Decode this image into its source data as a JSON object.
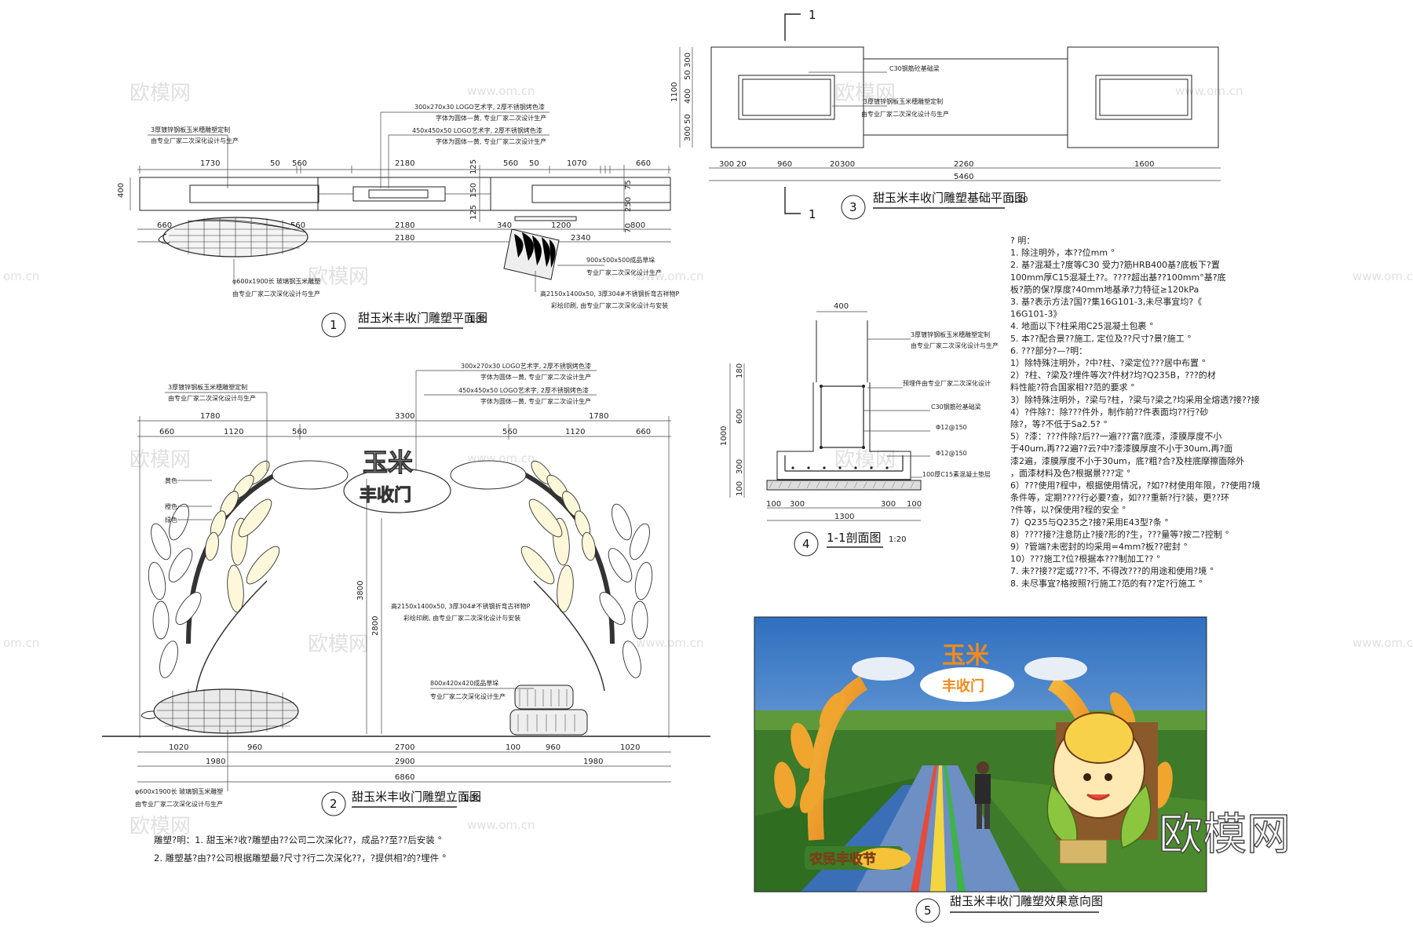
{
  "watermarks": {
    "cn": "欧模网",
    "url": "www.om.cn",
    "url_short": "om.cn",
    "brand_big": "欧模网"
  },
  "drawing1": {
    "title": "甜玉米丰收门雕塑平面图",
    "scale": "1:30",
    "num": "1",
    "dims_top": [
      "1730",
      "50",
      "560",
      "2180",
      "560",
      "50",
      "1070",
      "660"
    ],
    "dims_bottom1": [
      "660",
      "560",
      "2180",
      "340",
      "1200",
      "800"
    ],
    "dims_bottom2": [
      "2180",
      "2340"
    ],
    "dim_height": "400",
    "dims_center": [
      "125",
      "150",
      "125"
    ],
    "dims_right": [
      "70",
      "250",
      "75"
    ],
    "notes": {
      "a1": "3厚镀锌钢板玉米穗雕塑定制",
      "a2": "由专业厂家二次深化设计与生产",
      "b1": "300x270x30 LOGO艺术字, 2厚不锈钢烤色漆",
      "b2": "字体为圆体—黄, 专业厂家二次设计生产",
      "c1": "450x450x50 LOGO艺术字, 2厚不锈钢烤色漆",
      "c2": "字体为圆体—黄, 专业厂家二次设计生产",
      "d1": "900x500x500成品草垛",
      "d2": "专业厂家二次深化设计生产",
      "e1": "φ600x1900长 玻璃钢玉米雕塑",
      "e2": "由专业厂家二次深化设计与生产",
      "f1": "高2150x1400x50, 3厚304#不锈钢折弯古祥物P",
      "f2": "彩绘印刷, 由专业厂家二次深化设计与安装"
    }
  },
  "drawing2": {
    "title": "甜玉米丰收门雕塑立面图",
    "scale": "1:30",
    "num": "2",
    "dims_top1": [
      "1780",
      "3300",
      "1780"
    ],
    "dims_top2": [
      "660",
      "1120",
      "560",
      "560",
      "1120",
      "660"
    ],
    "dims_bottom1": [
      "1020",
      "960",
      "2700",
      "100",
      "960",
      "1020"
    ],
    "dims_bottom2": [
      "1980",
      "2900",
      "1980"
    ],
    "dims_total": "6860",
    "dim_h1": "3800",
    "dim_h2": "2800",
    "legend": [
      "黄色",
      "橙色",
      "绿色"
    ],
    "logo_top": "玉米",
    "logo_bottom": "丰收门",
    "notes": {
      "a1": "3厚镀锌钢板玉米穗雕塑定制",
      "a2": "由专业厂家二次深化设计与生产",
      "b1": "300x270x30 LOGO艺术字, 2厚不锈钢烤色漆",
      "b2": "字体为圆体—黄, 专业厂家二次设计生产",
      "c1": "450x450x50 LOGO艺术字, 2厚不锈钢烤色漆",
      "c2": "字体为圆体—黄, 专业厂家二次设计生产",
      "f1": "高2150x1400x50, 3厚304#不锈钢折弯古祥物P",
      "f2": "彩绘印刷, 由专业厂家二次深化设计与安装",
      "g1": "800x420x420成品草垛",
      "g2": "专业厂家二次深化设计生产",
      "e1": "φ600x1900长 玻璃钢玉米雕塑",
      "e2": "由专业厂家二次深化设计与生产"
    },
    "general_notes": [
      "雕塑?明：1. 甜玉米?收?雕塑由??公司二次深化??，成品??至??后安装 °",
      "2. 雕塑基?由??公司根据雕塑最?尺寸?行二次深化??，?提供相?的?埋件 °"
    ]
  },
  "drawing3": {
    "title": "甜玉米丰收门雕塑基础平面图",
    "scale": "1:20",
    "num": "3",
    "section_mark": "1",
    "dims_bottom1": [
      "300",
      "20",
      "960",
      "20",
      "300",
      "2260",
      "1600"
    ],
    "dims_total": "5460",
    "dims_left_total": "1100",
    "dims_left": [
      "300",
      "50",
      "400",
      "50",
      "300"
    ],
    "notes": {
      "a": "C30钢筋砼基础梁",
      "b1": "3厚镀锌钢板玉米穗雕塑定制",
      "b2": "由专业厂家二次深化设计与生产"
    }
  },
  "drawing4": {
    "title": "1-1剖面图",
    "scale": "1:20",
    "num": "4",
    "dim_top": "400",
    "dims_left_total": "1000",
    "dims_left": [
      "180",
      "600",
      "300",
      "100"
    ],
    "dims_bottom": [
      "100",
      "300",
      "300",
      "100"
    ],
    "dim_total": "1300",
    "notes": {
      "a1": "3厚镀锌钢板玉米穗雕塑定制",
      "a2": "由专业厂家二次深化设计与生产",
      "b": "预埋件由专业厂家二次深化设计",
      "c": "C30钢筋砼基础梁",
      "d": "Φ12@150",
      "e": "Φ12@150",
      "f": "100厚C15素混凝土垫层"
    }
  },
  "spec_notes": [
    "? 明：",
    "1. 除注明外，本??位mm °",
    "2. 基?混凝土?度等C30 受力?筋HRB400基?底板下?置",
    "100mm厚C15混凝土??。????超出基??100mm°基?底",
    "板?筋的保?厚度?40mm地基承?力特征≥120kPa",
    "3. 基?表示方法?国??集16G101-3,未尽事宜均?《",
    "16G101-3》",
    "4. 地面以下?柱采用C25混凝土包裹 °",
    "5. 本??配合景??施工, 定位及??尺寸?景?施工 °",
    "6. ???部分?—?明：",
    "1）除特殊注明外，?中?柱、?梁定位???居中布置 °",
    "2）?柱、?梁及?埋件等次?件材?均?Q235B，???的材",
    "料性能?符合国家相??范的要求 °",
    "3）除特殊注明外，?梁与?柱，?梁与?梁之?均采用全熔透?接??接",
    "4）?件除?：除???件外，制作前??件表面均??行?砂",
    "除?，等?不低于Sa2.5? °",
    "5）?漆：???件除?后??一遍???富?底漆，漆膜厚度不小",
    "于40um,再??2遍??云?中?漆漆膜厚度不小于30um,再?面",
    "漆2遍，漆膜厚度不小于30um，底?粗?合?及柱底摩擦面除外",
    "，面漆材料及色?根据景???定 °",
    "6）???使用?程中，根据使用情况，?如??材使用年限，??使用?境",
    "条件等，定期????行必要?查，如???重新?行?装，更??环",
    "?件等，以?保使用?程的安全 °",
    "7）Q235与Q235之?接?采用E43型?条 °",
    "8）????接?注意防止?接?形的?生，???量等?按二?控制 °",
    "9）?管端?未密封的均采用=4mm?板??密封 °",
    "10）???施工?位?根据本???制加工?? °",
    "7. 未??接??定或???不, 不得改???的用途和使用?境 °",
    "8. 未尽事宜?格按照?行施工?范的有??定?行施工 °"
  ],
  "render": {
    "title": "甜玉米丰收门雕塑效果意向图",
    "num": "5",
    "logo_top": "玉米",
    "logo_bottom": "丰收门",
    "banner": "农民丰收节"
  }
}
